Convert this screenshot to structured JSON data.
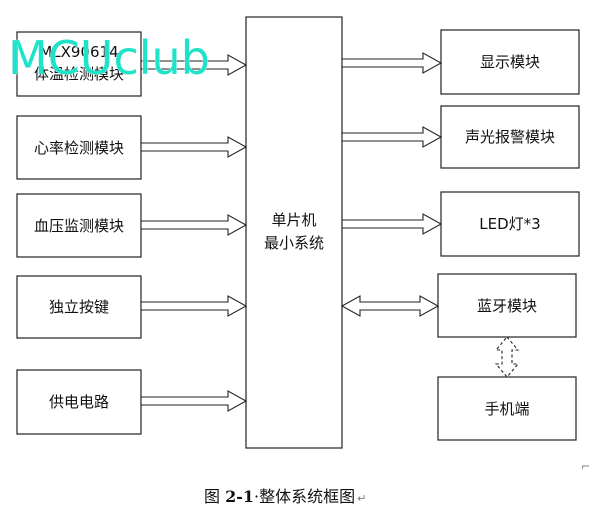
{
  "diagram": {
    "mcu": {
      "line1": "单片机",
      "line2": "最小系统"
    },
    "inputs": {
      "temp": {
        "line1": "MLX90614",
        "line2": "体温检测模块"
      },
      "heart": "心率检测模块",
      "blood": "血压监测模块",
      "keys": "独立按键",
      "power": "供电电路"
    },
    "outputs": {
      "display": "显示模块",
      "alarm": "声光报警模块",
      "led": "LED灯*3",
      "bluetooth": "蓝牙模块",
      "phone": "手机端"
    }
  },
  "watermark": "MCUclub",
  "caption": {
    "prefix": "图 ",
    "number": "2-1",
    "dot": "·",
    "title": "整体系统框图",
    "mark": "↵"
  },
  "corner_mark": "⌐",
  "colors": {
    "watermark": "#1fe3c8",
    "stroke": "#222222"
  }
}
